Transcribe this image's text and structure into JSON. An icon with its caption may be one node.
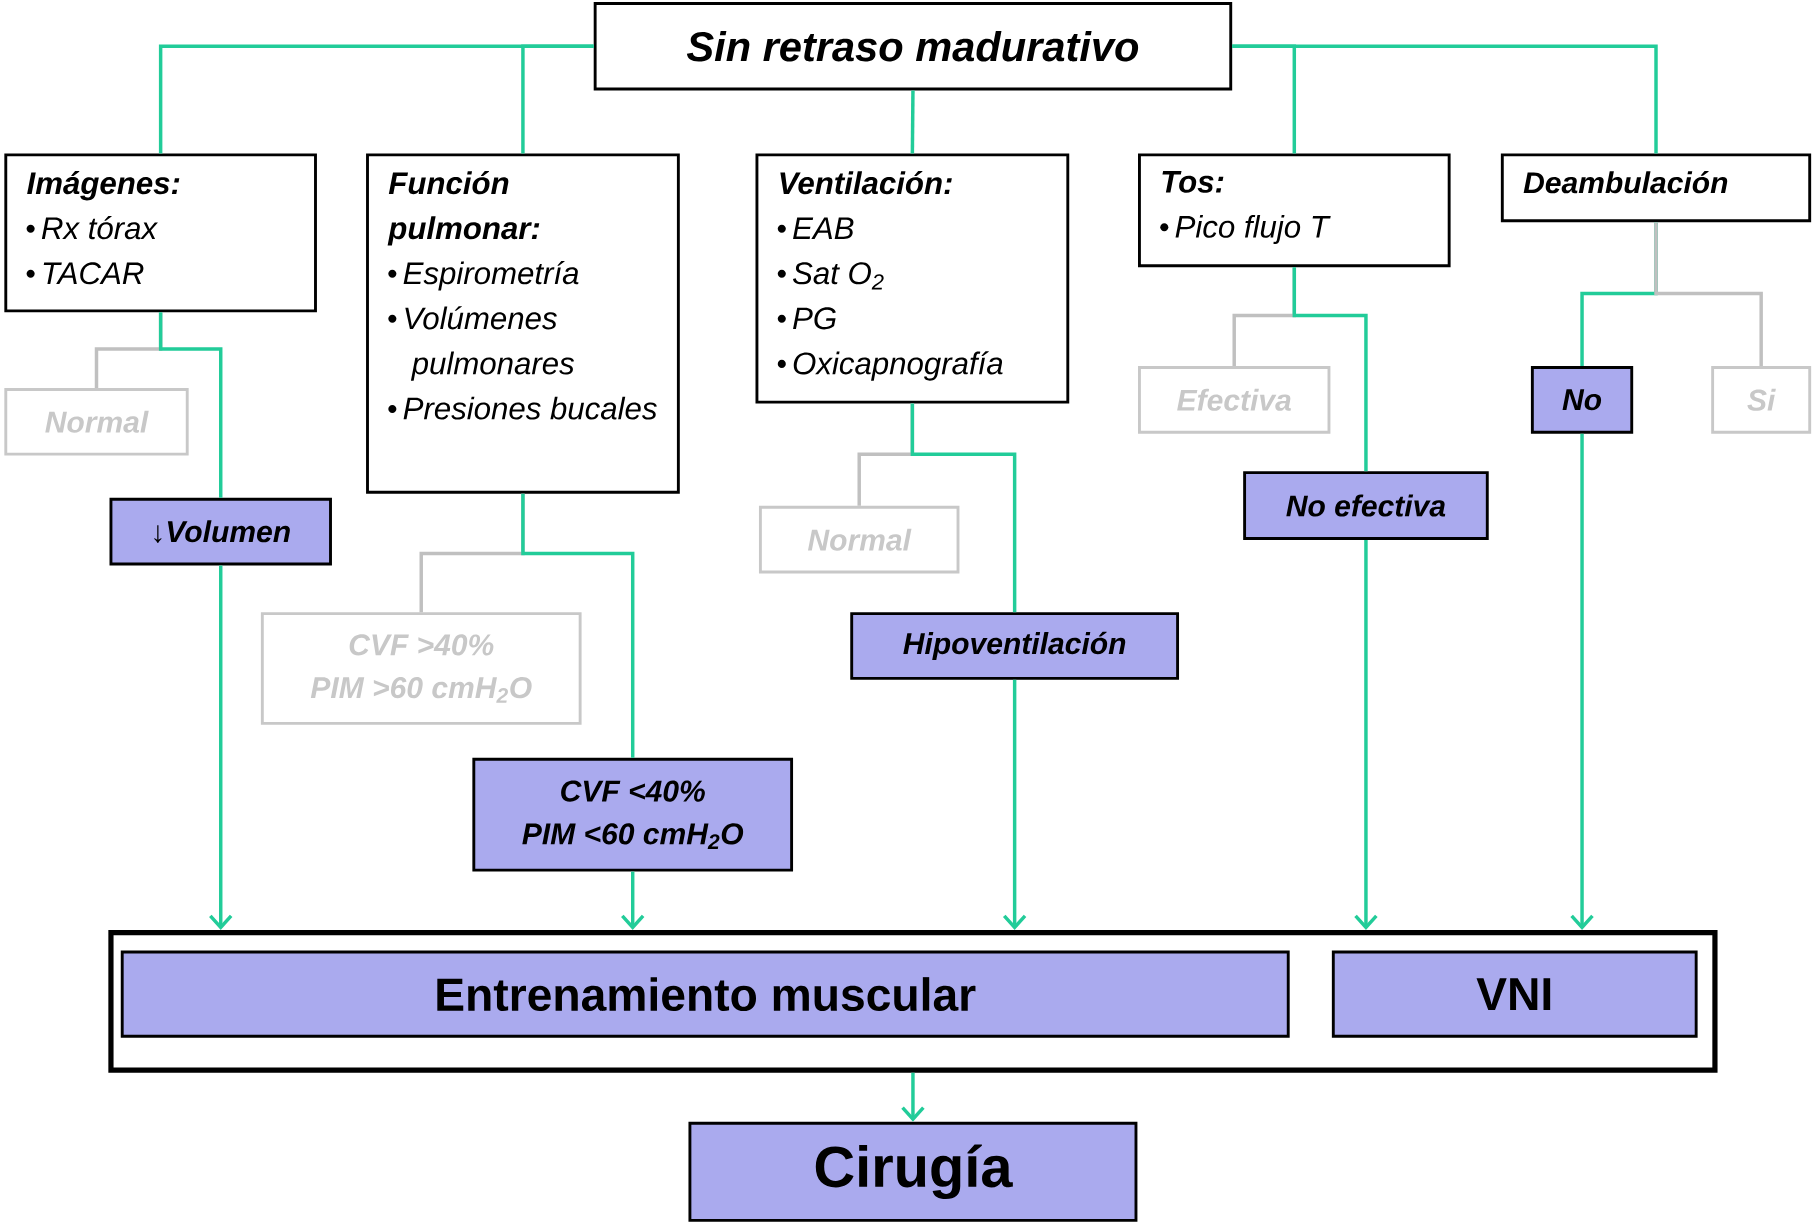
{
  "diagram": {
    "nodes": [
      {
        "text": [
          "Sin retraso madurativo"
        ]
      },
      {
        "text": [
          "Imágenes:",
          "Rx tórax",
          "TACAR"
        ]
      },
      {
        "text": [
          "Normal"
        ]
      },
      {
        "text": [
          "↓Volumen"
        ]
      },
      {
        "text": [
          "Función pulmonar:",
          "Espirometría",
          "Volúmenes pulmonares",
          "Presiones bucales"
        ]
      },
      {
        "text": [
          "CVF >40%",
          "PIM >60 cmH$_{2}$O"
        ]
      },
      {
        "text": [
          "CVF <40%",
          "PIM <60 cmH$_{2}$O"
        ]
      },
      {
        "text": [
          "Ventilación:",
          "EAB",
          "Sat O$_{2}$",
          "PG",
          "Oxicapnografía"
        ]
      },
      {
        "text": [
          "Normal"
        ]
      },
      {
        "text": [
          "Hipoventilación"
        ]
      },
      {
        "text": [
          "Tos:",
          "Pico flujo T"
        ]
      },
      {
        "text": [
          "Efectiva"
        ]
      },
      {
        "text": [
          "No efectiva"
        ]
      },
      {
        "text": [
          "Deambulación"
        ]
      },
      {
        "text": [
          "No"
        ]
      },
      {
        "text": [
          "Si"
        ]
      },
      {
        "text": [],
        "shape": "box"
      },
      {
        "text": [
          "Entrenamiento muscular"
        ],
        "in": 16
      },
      {
        "text": [
          "VNI"
        ],
        "in": 16
      },
      {
        "text": [
          "Cirugía"
        ]
      }
    ],
    "edges": [
      {
        "from": 0,
        "to": 1,
        "arrow": "none"
      },
      {
        "from": 0,
        "to": 4,
        "arrow": "none"
      },
      {
        "from": 0,
        "to": 7,
        "arrow": "none"
      },
      {
        "from": 0,
        "to": 10,
        "arrow": "none"
      },
      {
        "from": 0,
        "to": 13,
        "arrow": "none"
      },
      {
        "from": 1,
        "to": 2,
        "arrow": "none",
        "color": "#c0c0c0"
      },
      {
        "from": 1,
        "to": 3,
        "arrow": "none"
      },
      {
        "from": 4,
        "to": 5,
        "arrow": "none",
        "color": "#c0c0c0"
      },
      {
        "from": 4,
        "to": 6,
        "arrow": "none"
      },
      {
        "from": 7,
        "to": 8,
        "arrow": "none",
        "color": "#c0c0c0"
      },
      {
        "from": 7,
        "to": 9,
        "arrow": "none"
      },
      {
        "from": 10,
        "to": 11,
        "arrow": "none",
        "color": "#c0c0c0"
      },
      {
        "from": 10,
        "to": 12,
        "arrow": "none"
      },
      {
        "from": 13,
        "to": 14,
        "arrow": "none"
      },
      {
        "from": 13,
        "to": 15,
        "arrow": "none",
        "color": "#c0c0c0"
      },
      {
        "from": 3,
        "to": 16,
        "arrow": "to"
      },
      {
        "from": 6,
        "to": 16,
        "arrow": "to"
      },
      {
        "from": 9,
        "to": 16,
        "arrow": "to"
      },
      {
        "from": 12,
        "to": 16,
        "arrow": "to"
      },
      {
        "from": 14,
        "to": 16,
        "arrow": "to"
      },
      {
        "from": 16,
        "to": 19,
        "arrow": "to"
      }
    ]
  }
}
